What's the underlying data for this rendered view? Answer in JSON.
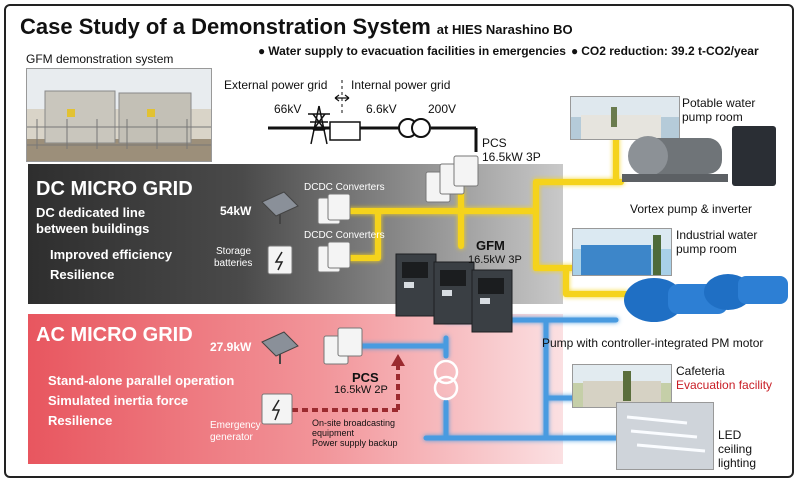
{
  "header": {
    "title": "Case Study of a Demonstration System",
    "subtitle": "at HIES Narashino BO",
    "bullet_water": "Water supply to evacuation facilities in emergencies",
    "bullet_co2": "CO2 reduction: 39.2 t-CO2/year"
  },
  "gfm_photo_label": "GFM demonstration system",
  "grid": {
    "external": "External power grid",
    "internal": "Internal power grid",
    "v66": "66kV",
    "v66b": "6.6kV",
    "v200": "200V"
  },
  "pcs_top": {
    "name": "PCS",
    "rating": "16.5kW 3P"
  },
  "dc": {
    "title": "DC MICRO GRID",
    "line1": "DC dedicated line",
    "line2": "between buildings",
    "line3": "Improved efficiency",
    "line4": "Resilience",
    "pv_kw": "54kW",
    "conv1": "DCDC  Converters",
    "conv2": "DCDC  Converters",
    "storage1": "Storage",
    "storage2": "batteries"
  },
  "gfm": {
    "name": "GFM",
    "rating": "16.5kW 3P"
  },
  "ac": {
    "title": "AC MICRO GRID",
    "line1": "Stand-alone parallel operation",
    "line2": "Simulated inertia force",
    "line3": "Resilience",
    "pv_kw": "27.9kW",
    "pcs_name": "PCS",
    "pcs_rating": "16.5kW 2P",
    "gen1": "Emergency",
    "gen2": "generator",
    "broad1": "On-site broadcasting",
    "broad2": "equipment",
    "broad3": "Power supply backup"
  },
  "right": {
    "potable1": "Potable water",
    "potable2": "pump room",
    "vortex": "Vortex pump & inverter",
    "industrial1": "Industrial water",
    "industrial2": "pump room",
    "pm_motor": "Pump with controller-integrated PM motor",
    "cafeteria": "Cafeteria",
    "evac": "Evacuation facility",
    "led1": "LED",
    "led2": "ceiling",
    "led3": "lighting"
  },
  "colors": {
    "dc_line": "#f5d31a",
    "ac_line": "#4a9be0",
    "ac_band": "#e8565f",
    "dc_band": "#3a3a3a",
    "backup_arrow": "#9b2a2f"
  }
}
